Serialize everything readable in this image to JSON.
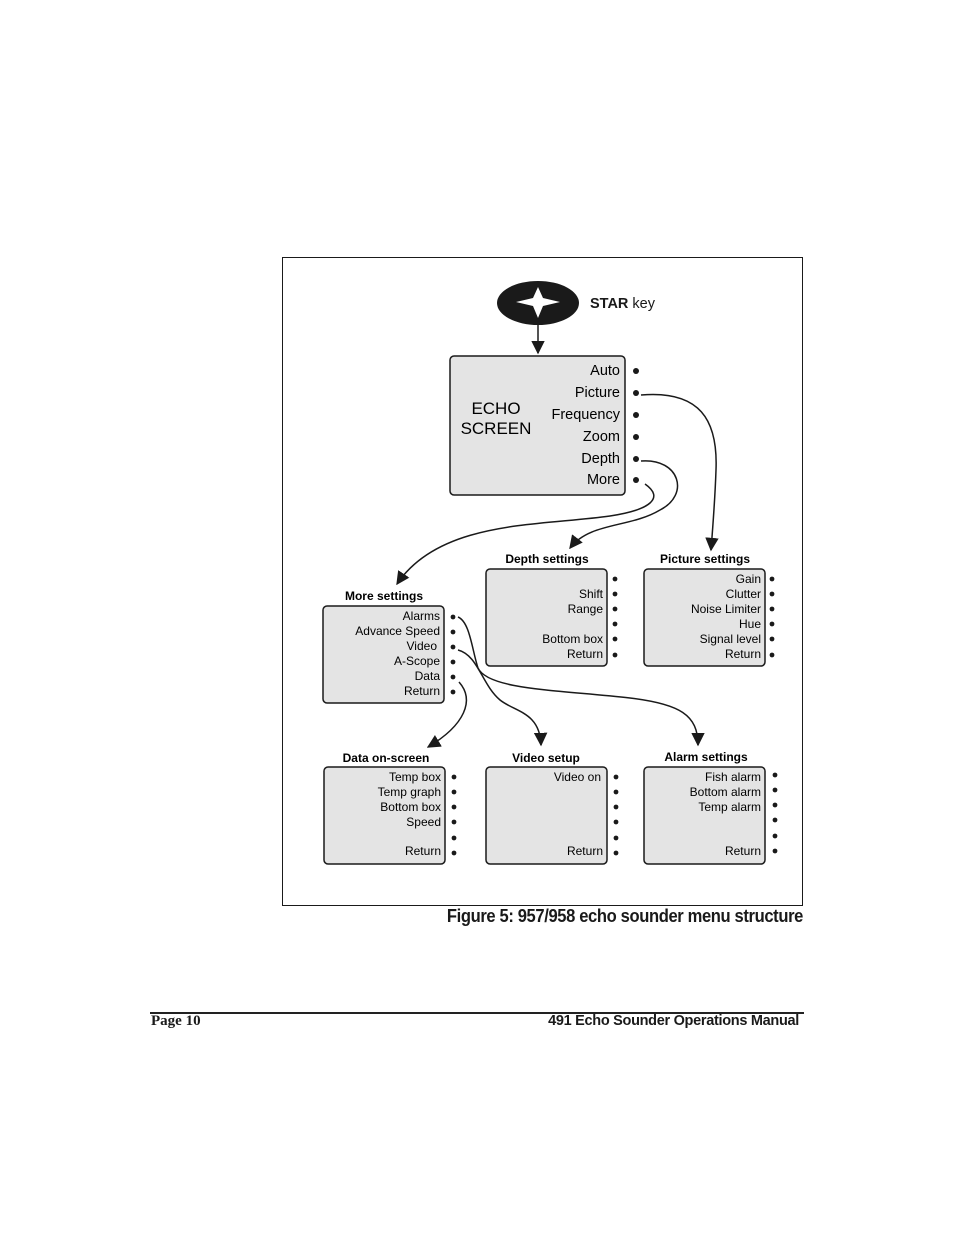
{
  "star_key": {
    "bold": "STAR",
    "rest": " key"
  },
  "echo_screen": {
    "title_line1": "ECHO",
    "title_line2": "SCREEN",
    "items": [
      "Auto",
      "Picture",
      "Frequency",
      "Zoom",
      "Depth",
      "More"
    ]
  },
  "menus": {
    "depth": {
      "title": "Depth settings",
      "items": [
        "",
        "Shift",
        "Range",
        "",
        "Bottom box",
        "Return"
      ]
    },
    "picture": {
      "title": "Picture settings",
      "items": [
        "Gain",
        "Clutter",
        "Noise Limiter",
        "Hue",
        "Signal level",
        "Return"
      ]
    },
    "more": {
      "title": "More settings",
      "items": [
        "Alarms",
        "Advance Speed",
        "Video",
        "A-Scope",
        "Data",
        "Return"
      ]
    },
    "data": {
      "title": "Data on-screen",
      "items": [
        "Temp box",
        "Temp graph",
        "Bottom box",
        "Speed",
        "",
        "Return"
      ]
    },
    "video": {
      "title": "Video setup",
      "items": [
        "Video on",
        "",
        "",
        "",
        "",
        "Return"
      ]
    },
    "alarm": {
      "title": "Alarm settings",
      "items": [
        "Fish alarm",
        "Bottom alarm",
        "Temp alarm",
        "",
        "",
        "Return"
      ]
    }
  },
  "caption": "Figure 5: 957/958 echo sounder menu structure",
  "footer": {
    "page": "Page 10",
    "manual": "491 Echo Sounder Operations Manual"
  },
  "colors": {
    "box_fill": "#e4e4e4",
    "ink": "#1a1a1a"
  }
}
